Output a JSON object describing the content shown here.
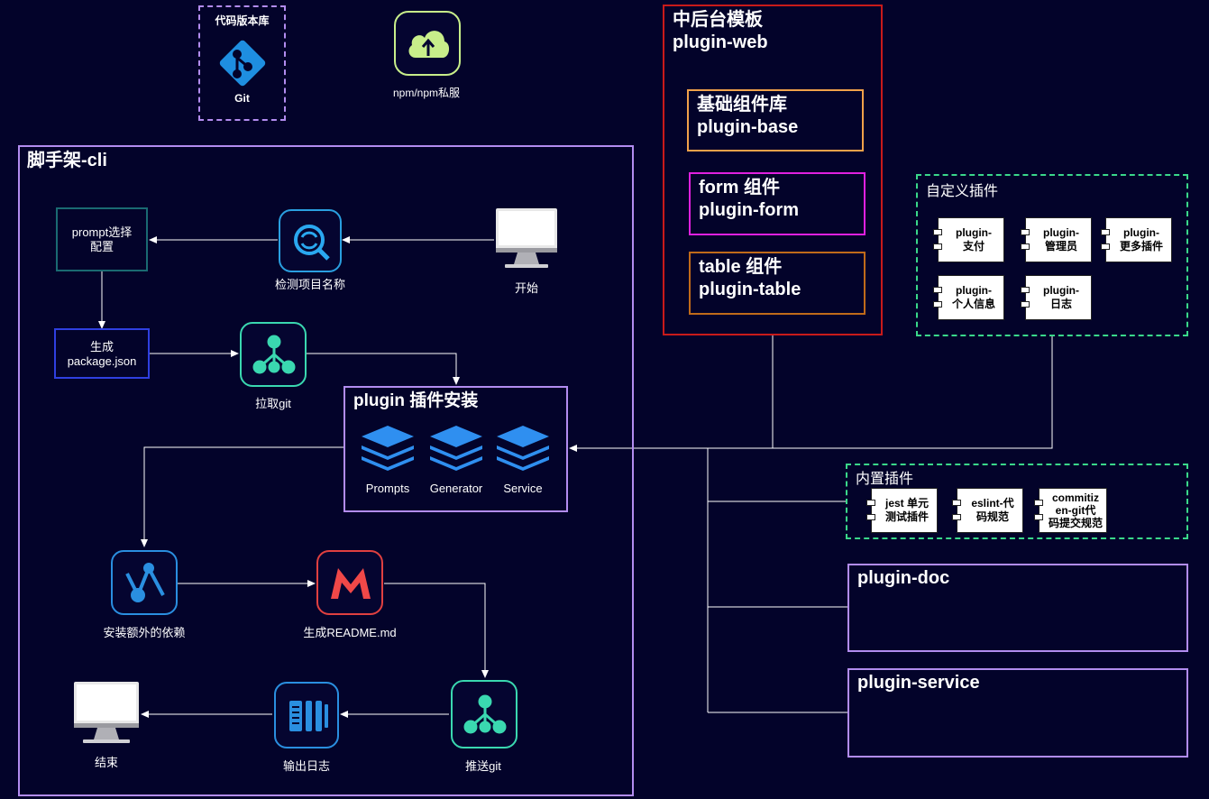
{
  "top": {
    "repo_title": "代码版本库",
    "git_label": "Git",
    "npm_label": "npm/npm私服"
  },
  "cli": {
    "title": "脚手架-cli",
    "start_label": "开始",
    "detect_label": "检测项目名称",
    "prompt_label": "prompt选择\n配置",
    "generate_label": "生成\npackage.json",
    "pull_git_label": "拉取git",
    "install_deps_label": "安装额外的依赖",
    "readme_label": "生成README.md",
    "push_git_label": "推送git",
    "log_label": "输出日志",
    "end_label": "结束"
  },
  "plugin_install": {
    "title": "plugin 插件安装",
    "items": [
      "Prompts",
      "Generator",
      "Service"
    ]
  },
  "web": {
    "title_line1": "中后台模板",
    "title_line2": "plugin-web",
    "base_line1": "基础组件库",
    "base_line2": "plugin-base",
    "form_line1": "form 组件",
    "form_line2": "plugin-form",
    "table_line1": "table 组件",
    "table_line2": "plugin-table"
  },
  "custom": {
    "title": "自定义插件",
    "items": [
      "plugin-\n支付",
      "plugin-\n管理员",
      "plugin-\n更多插件",
      "plugin-\n个人信息",
      "plugin-\n日志"
    ]
  },
  "builtin": {
    "title": "内置插件",
    "items": [
      "jest 单元\n测试插件",
      "eslint-代\n码规范",
      "commitiz\nen-git代\n码提交规范"
    ]
  },
  "doc": {
    "title": "plugin-doc"
  },
  "service": {
    "title": "plugin-service"
  },
  "colors": {
    "background": "#03032a",
    "purple": "#b28cf0",
    "red": "#c81a1a",
    "orange": "#f0a14a",
    "magenta": "#e020e0",
    "brown": "#c06a1a",
    "green_dash": "#3ad88a",
    "blue": "#2f3fe0",
    "teal": "#1a6a72"
  }
}
